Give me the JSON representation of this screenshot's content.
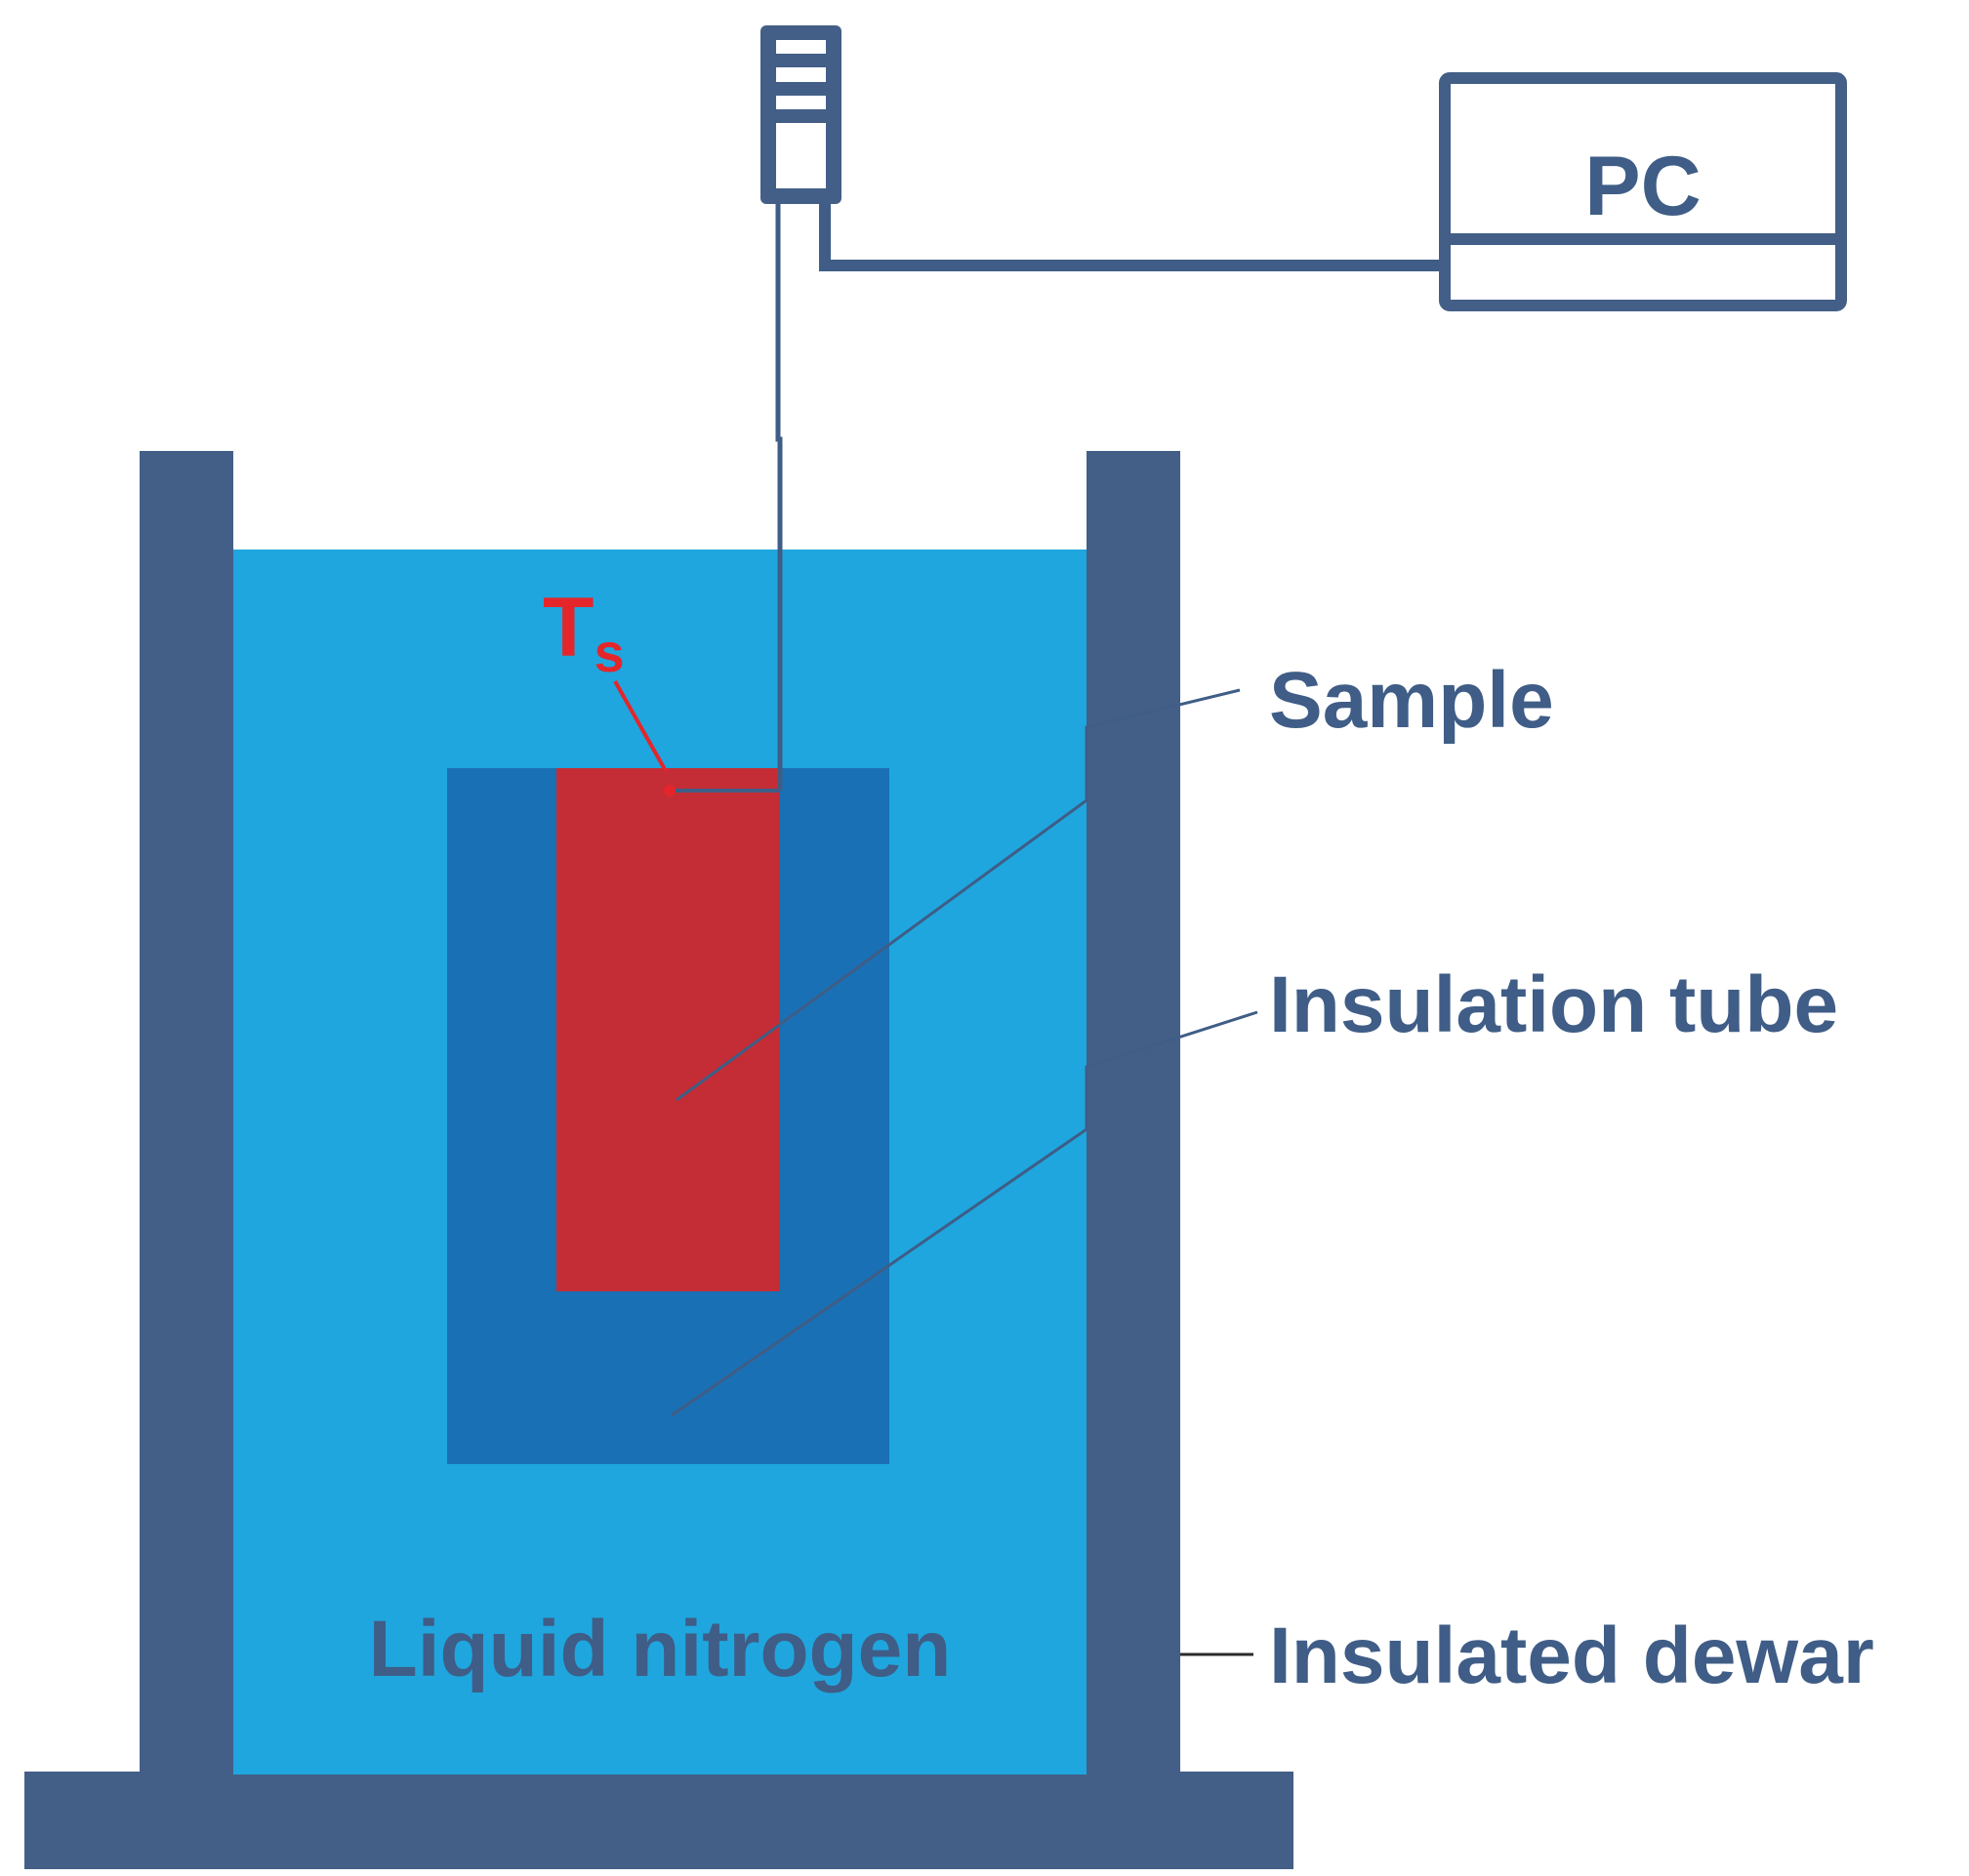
{
  "labels": {
    "pc": "PC",
    "ts_main": "T",
    "ts_sub": "s",
    "sample": "Sample",
    "insulation_tube": "Insulation tube",
    "insulated_dewar": "Insulated dewar",
    "liquid_nitrogen": "Liquid nitrogen"
  },
  "colors": {
    "dewar": "#435f87",
    "liquid_nitrogen": "#1fa6de",
    "insulation_tube": "#1a70b4",
    "sample": "#c42d35",
    "label_text": "#3f5d86",
    "ts_label": "#e4262b",
    "leader_line": "#3f5d86",
    "background": "#ffffff"
  },
  "icons": {
    "thermometer_probe": "thermometer-probe-icon",
    "pc": "computer-icon"
  }
}
